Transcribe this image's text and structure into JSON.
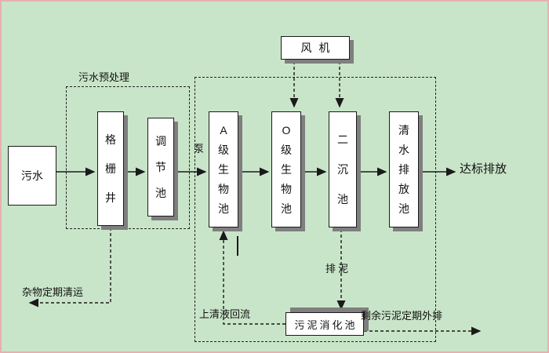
{
  "canvas": {
    "bg_color": "#c9e5c9",
    "frame_color": "#e8b0b0",
    "box_fill": "#ffffff",
    "shadow_color": "#7f7f7f",
    "line_color": "#1a1a1a"
  },
  "nodes": {
    "influent": "污水",
    "grid_well": "格栅井",
    "regulating_tank": "调节池",
    "a_bio_tank": "A级生物池",
    "o_bio_tank": "O级生物池",
    "secondary_tank": "二沉池",
    "clear_tank": "清水排放池",
    "fan": "风机",
    "digestion_tank": "污泥消化池"
  },
  "labels": {
    "pretreatment": "污水预处理",
    "pump": "泵",
    "discharge": "达标排放",
    "debris_removal": "杂物定期清运",
    "supernatant_return": "上清液回流",
    "sludge_out": "排泥",
    "excess_sludge": "剩余污泥定期外排"
  }
}
